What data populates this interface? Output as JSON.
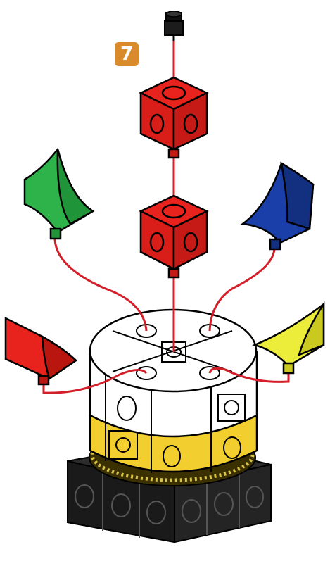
{
  "step": {
    "number": "7",
    "badge_color": "#d98a2b"
  },
  "colors": {
    "line": "#d41f2a",
    "red_block": "#e8221c",
    "green_slope": "#2db34a",
    "blue_slope": "#1a3fa8",
    "yellow_slope": "#ecec3a",
    "white_cube": "#ffffff",
    "yellow_ring": "#f2cf2e",
    "black_base": "#1e1e1e"
  },
  "parts": [
    {
      "name": "black-pin",
      "color": "black"
    },
    {
      "name": "red-cube-upper",
      "color": "red"
    },
    {
      "name": "red-cube-lower",
      "color": "red"
    },
    {
      "name": "green-slope",
      "color": "green"
    },
    {
      "name": "blue-slope",
      "color": "blue"
    },
    {
      "name": "red-slope",
      "color": "red"
    },
    {
      "name": "yellow-slope",
      "color": "yellow"
    },
    {
      "name": "white-yellow-rotor",
      "color": "white/yellow"
    },
    {
      "name": "black-gear-base",
      "color": "black"
    }
  ]
}
